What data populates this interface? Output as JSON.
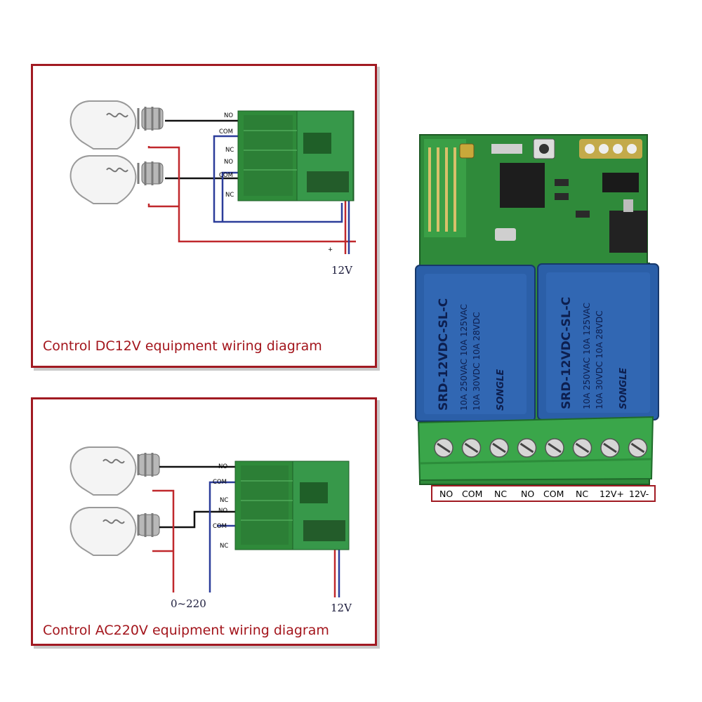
{
  "dc_diagram": {
    "caption": "Control DC12V equipment wiring diagram",
    "terminal_labels": [
      "NO",
      "COM",
      "NC",
      "NO",
      "COM",
      "NC"
    ],
    "plus_mark": "+",
    "supply_label": "12V"
  },
  "ac_diagram": {
    "caption": "Control AC220V equipment wiring diagram",
    "terminal_labels": [
      "NO",
      "COM",
      "NC",
      "NO",
      "COM",
      "NC"
    ],
    "mains_label": "0~220",
    "supply_label": "12V"
  },
  "module": {
    "relay_brand": "SONGLE",
    "relay_model": "SRD-12VDC-SL-C",
    "relay_rating_1": "10A 250VAC 10A 125VAC",
    "relay_rating_2": "10A 30VDC 10A 28VDC",
    "terminal_labels": [
      "NO",
      "COM",
      "NC",
      "NO",
      "COM",
      "NC",
      "12V+",
      "12V-"
    ]
  },
  "colors": {
    "frame": "#a11a22",
    "caption": "#a3151c",
    "pcb_green": "#2f8a3a",
    "relay_blue": "#2b5fa8",
    "terminal_green": "#3aa64a",
    "wire_red": "#c0282c",
    "wire_blue": "#2c3d9a"
  }
}
